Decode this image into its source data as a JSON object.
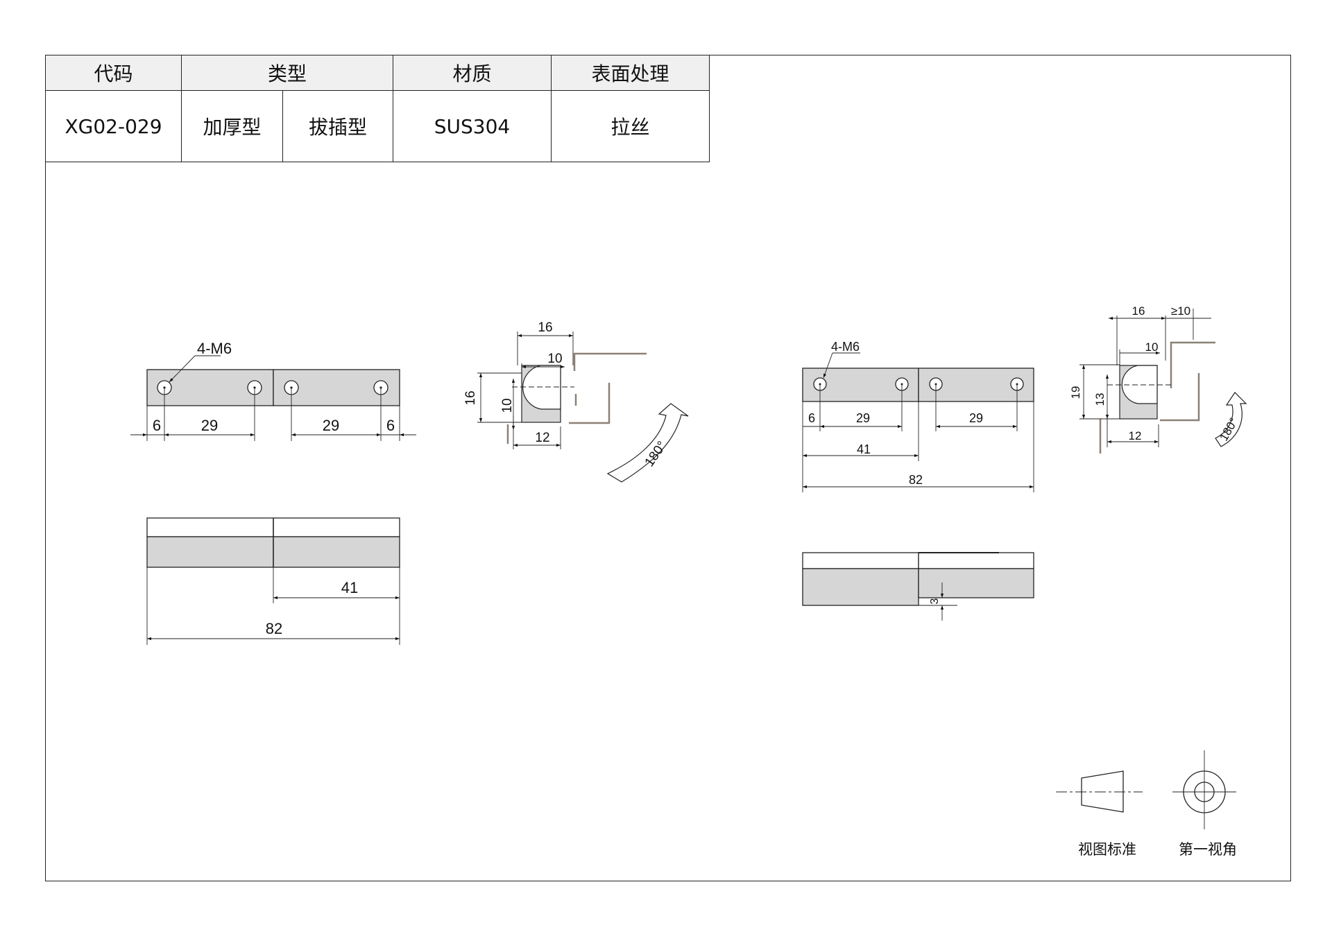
{
  "table": {
    "headers": {
      "code": "代码",
      "type": "类型",
      "material": "材质",
      "finish": "表面处理"
    },
    "values": {
      "code": "XG02-029",
      "type1": "加厚型",
      "type2": "拔插型",
      "material": "SUS304",
      "finish": "拉丝"
    }
  },
  "left_drawing": {
    "hole_label": "4-M6",
    "dim_edge_left": "6",
    "dim_span_left": "29",
    "dim_span_right": "29",
    "dim_edge_right": "6",
    "dim_half": "41",
    "dim_total": "82"
  },
  "left_side": {
    "dim_top": "16",
    "dim_inner": "10",
    "dim_height": "16",
    "dim_inner_v": "10",
    "dim_bottom": "12",
    "rotation": "180°"
  },
  "right_drawing": {
    "hole_label": "4-M6",
    "dim_edge": "6",
    "dim_span_left": "29",
    "dim_span_right": "29",
    "dim_half": "41",
    "dim_total": "82",
    "dim_thickness": "3"
  },
  "right_side": {
    "dim_top": "16",
    "dim_gap": "≥10",
    "dim_inner": "10",
    "dim_height": "19",
    "dim_inner_v": "13",
    "dim_bottom": "12",
    "rotation": "180°"
  },
  "legend": {
    "view_standard": "视图标准",
    "first_angle": "第一视角"
  }
}
